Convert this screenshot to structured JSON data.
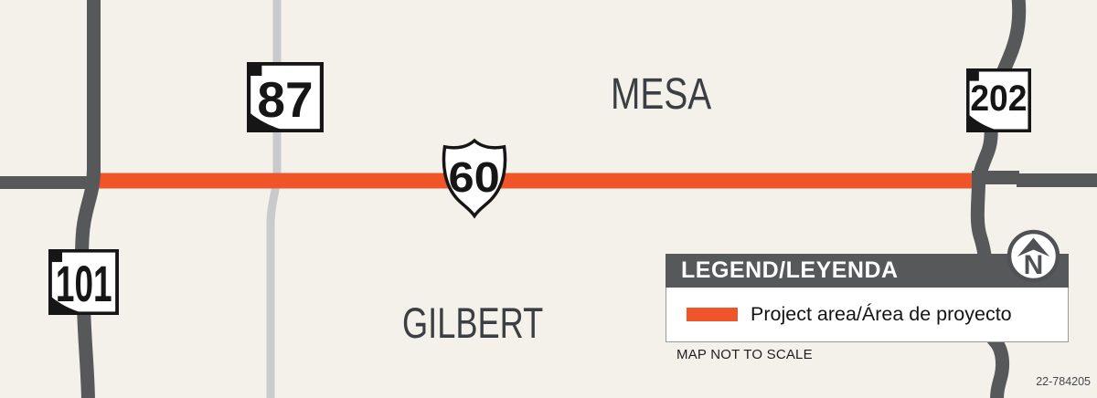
{
  "map": {
    "city_labels": {
      "mesa": "MESA",
      "gilbert": "GILBERT"
    },
    "route_shields": {
      "sr87": {
        "number": "87",
        "type": "arizona-state-route"
      },
      "loop101": {
        "number": "101",
        "type": "arizona-state-route"
      },
      "us60": {
        "number": "60",
        "type": "us-route"
      },
      "loop202": {
        "number": "202",
        "type": "arizona-state-route"
      }
    },
    "colors": {
      "background": "#F4F1EB",
      "road_dark": "#57585A",
      "road_light": "#C9CACB",
      "project_orange": "#F0552A"
    }
  },
  "legend": {
    "title": "LEGEND/LEYENDA",
    "items": [
      {
        "label": "Project area/Área de proyecto",
        "swatch_color": "#F0552A"
      }
    ],
    "note": "MAP NOT TO SCALE"
  },
  "compass": {
    "label": "N"
  },
  "footer": {
    "drawing_number": "22-784205"
  }
}
